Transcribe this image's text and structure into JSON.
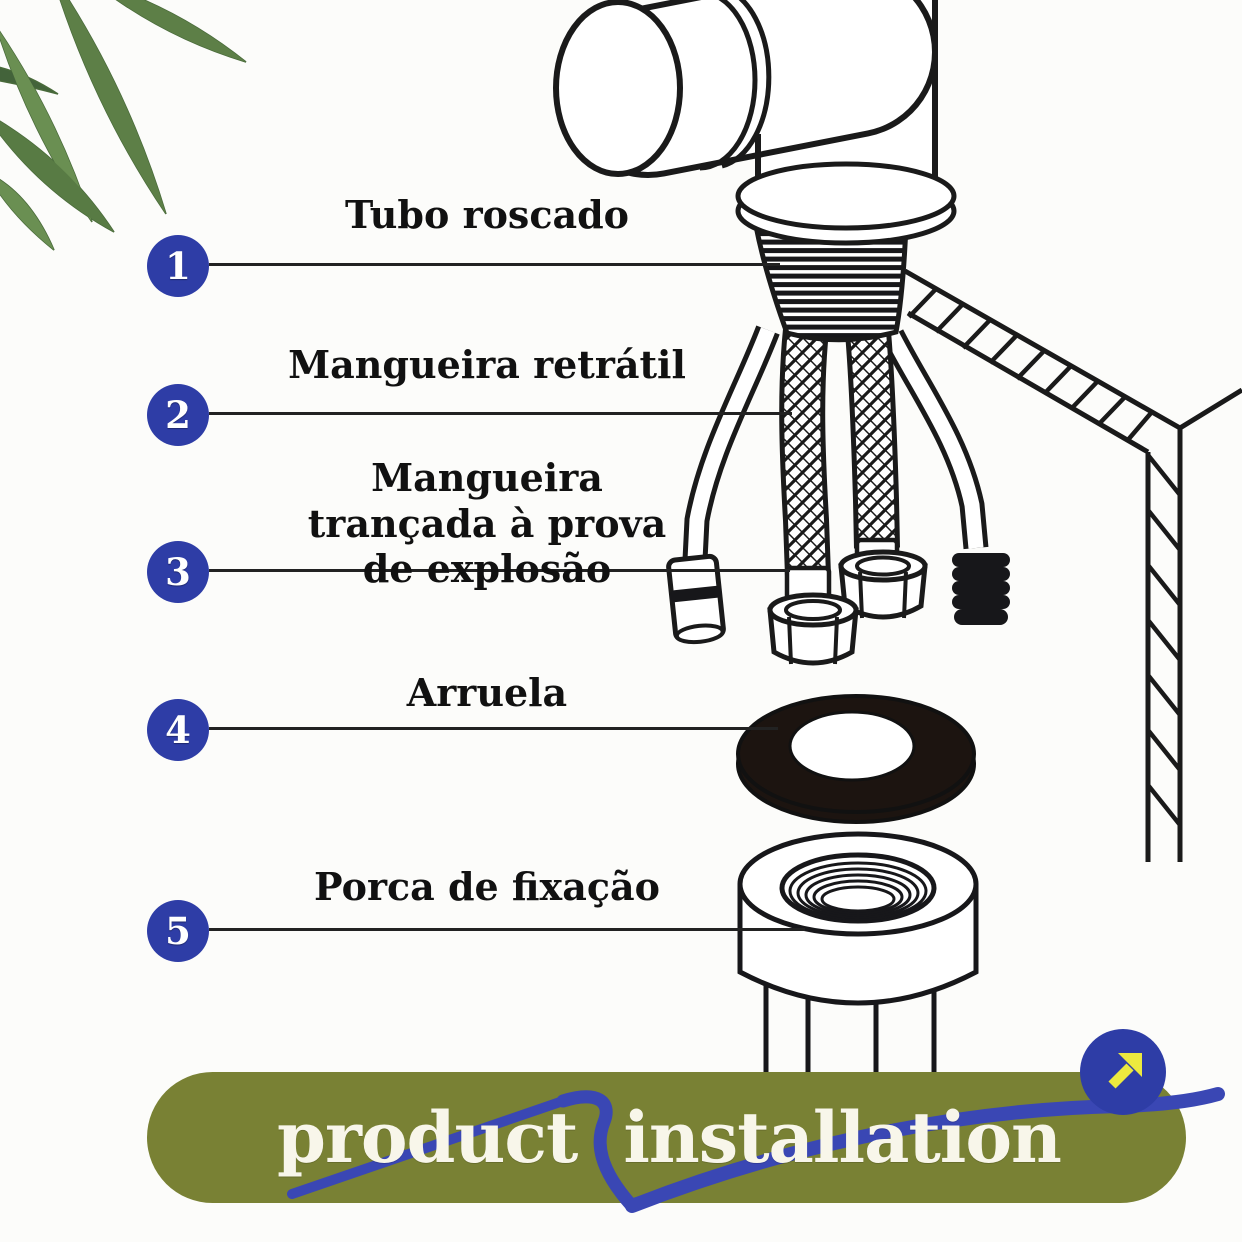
{
  "colors": {
    "page_bg": "#fcfcfa",
    "ink": "#1a1a1a",
    "accent_blue": "#2e3da6",
    "banner_green": "#798134",
    "swoosh_blue": "#3a47b4",
    "arrow_yellow": "#ece93f",
    "leaf_green": "#5d7f47",
    "text_cream": "#f8f6ea",
    "label_ink": "#111111"
  },
  "parts": [
    {
      "number": "1",
      "label": "Tubo roscado"
    },
    {
      "number": "2",
      "label": "Mangueira retrátil"
    },
    {
      "number": "3",
      "label": "Mangueira trançada à prova de explosão"
    },
    {
      "number": "4",
      "label": "Arruela"
    },
    {
      "number": "5",
      "label": "Porca de fixação"
    }
  ],
  "banner": {
    "word1": "product",
    "word2": "installation",
    "arrow_icon": "arrow-up-right"
  },
  "illustration": {
    "subject": "faucet exploded installation diagram"
  }
}
